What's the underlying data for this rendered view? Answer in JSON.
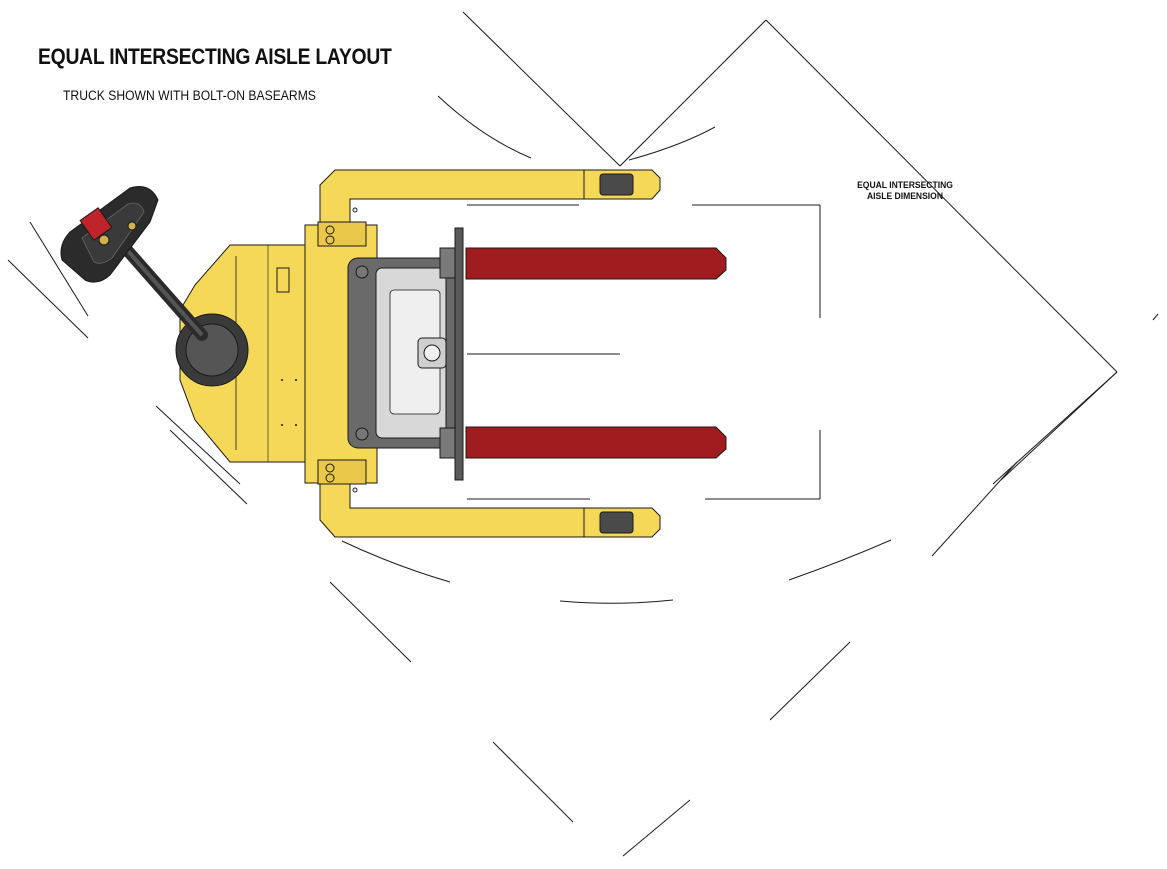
{
  "title": "EQUAL INTERSECTING AISLE LAYOUT",
  "subtitle": "TRUCK SHOWN WITH BOLT-ON BASEARMS",
  "dimension_label": {
    "line1": "EQUAL INTERSECTING",
    "line2": "AISLE DIMENSION"
  },
  "colors": {
    "truck_body": "#f6d858",
    "truck_shadow": "#e0b935",
    "forks": "#a01c1f",
    "carriage": "#6a6a6a",
    "handle": "#2b2b2b",
    "handle_accent": "#c0242b",
    "lines": "#1a1a1a"
  }
}
